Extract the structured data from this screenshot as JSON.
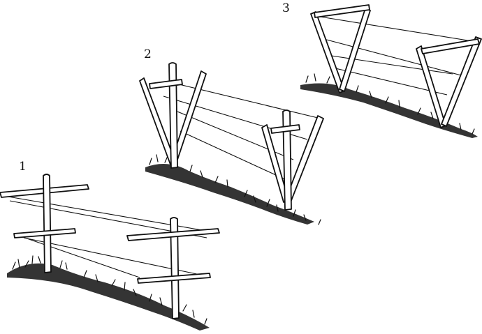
{
  "figure": {
    "labels": [
      "1",
      "2",
      "3"
    ],
    "colors": {
      "ink": "#111111",
      "paper": "#ffffff"
    },
    "variants": [
      {
        "label": "1",
        "type": "cross-bar trellis",
        "posts": 2,
        "wires": 4
      },
      {
        "label": "2",
        "type": "V-trellis with central post",
        "posts": 2,
        "wires": 4
      },
      {
        "label": "3",
        "type": "V-trellis",
        "posts": 2,
        "wires": 4
      }
    ]
  }
}
